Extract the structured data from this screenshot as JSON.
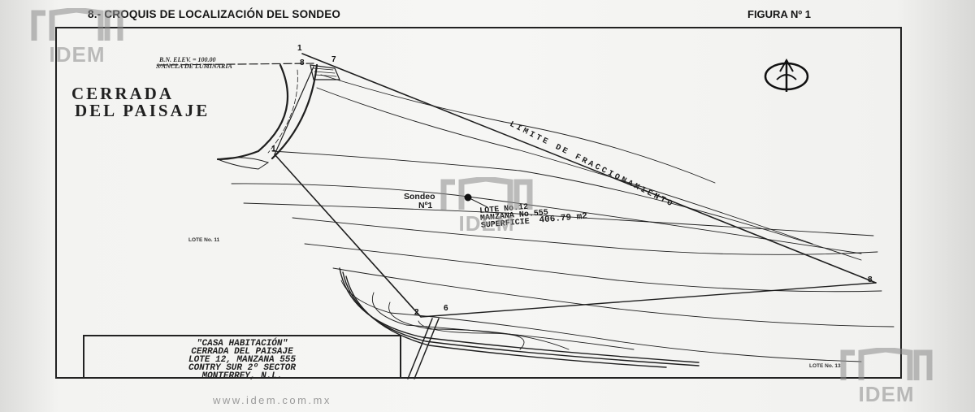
{
  "header": {
    "title": "8.- CROQUIS DE LOCALIZACIÓN DEL SONDEO",
    "figure": "FIGURA Nº 1"
  },
  "map": {
    "street_line1": "CERRADA",
    "street_line2": "DEL PAISAJE",
    "benchmark_line1": "B.N. ELEV. = 100.00",
    "benchmark_line2": "S/ANCLA DE LUMINARIA",
    "boundary_label": "LIMITE DE FRACCIONAMIENTO",
    "sondeo_line1": "Sondeo",
    "sondeo_line2": "Nº1",
    "lot_number": "LOTE No.12",
    "block_number": "MANZANA No.555",
    "area_label": "SUPERFICIE",
    "area_value": "406.79 m2",
    "neighbor_west": "LOTE No. 11",
    "neighbor_south": "LOTE No. 13",
    "vertices": [
      "1",
      "7",
      "8",
      "1",
      "2",
      "6",
      "8"
    ]
  },
  "legend": {
    "line1": "\"CASA HABITACIÓN\"",
    "line2": "CERRADA DEL PAISAJE",
    "line3": "LOTE 12, MANZANA 555",
    "line4": "CONTRY SUR 2º SECTOR",
    "line5": "MONTERREY, N.L."
  },
  "footer": {
    "url": "www.idem.com.mx"
  },
  "watermark": {
    "text": "IDEM"
  },
  "colors": {
    "ink": "#1a1a1a",
    "paper": "#f4f4f2",
    "watermark": "#8c8c8c"
  }
}
